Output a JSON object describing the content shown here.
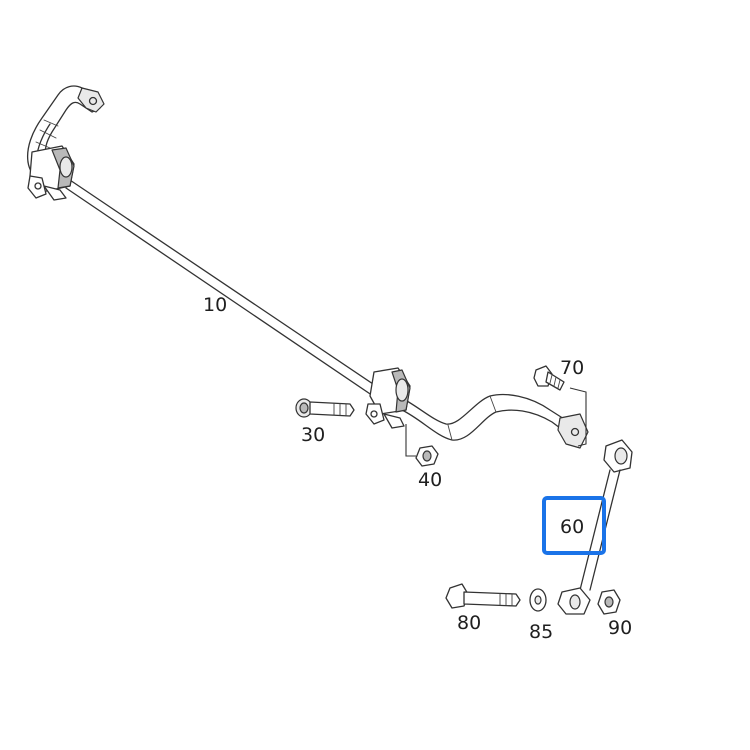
{
  "diagram": {
    "labels": {
      "p10": "10",
      "p30": "30",
      "p40": "40",
      "p60": "60",
      "p70": "70",
      "p80": "80",
      "p85": "85",
      "p90": "90"
    },
    "highlight": {
      "target": "60",
      "color": "#1a73e8"
    }
  }
}
